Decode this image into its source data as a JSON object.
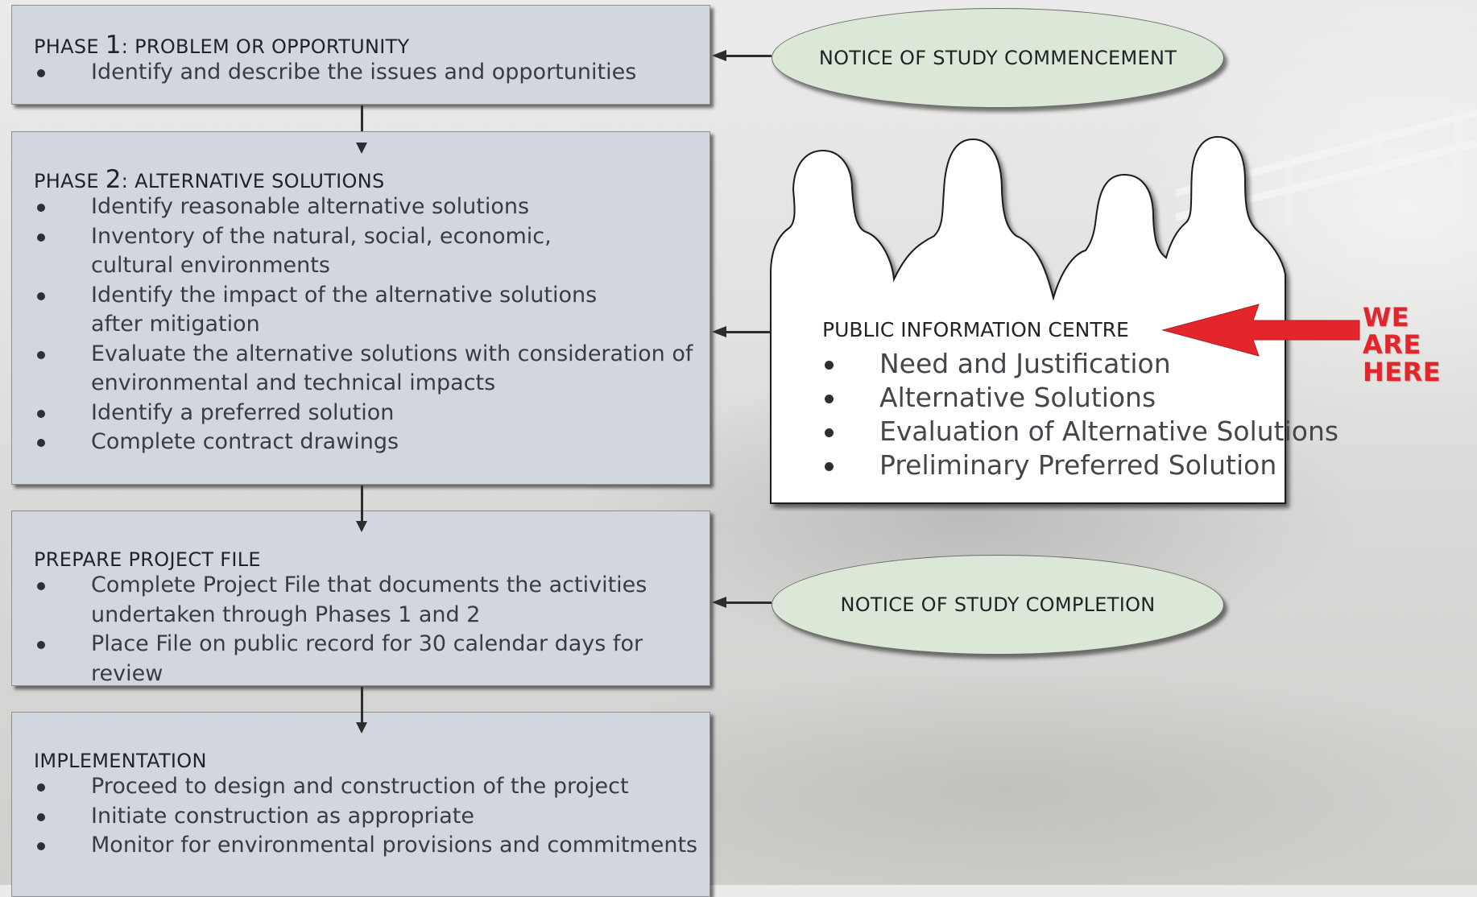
{
  "phases": [
    {
      "title_prefix": "PHASE ",
      "title_num": "1",
      "title_rest": ": PROBLEM OR OPPORTUNITY",
      "items": [
        "Identify and describe the issues and opportunities"
      ]
    },
    {
      "title_prefix": "PHASE ",
      "title_num": "2",
      "title_rest": ": ALTERNATIVE SOLUTIONS",
      "items": [
        [
          "Identify reasonable alternative solutions"
        ],
        [
          "Inventory of the natural, social, economic,",
          "cultural environments"
        ],
        [
          "Identify the impact of the alternative solutions",
          "after mitigation"
        ],
        [
          "Evaluate the alternative solutions with consideration of",
          "environmental and technical impacts"
        ],
        [
          "Identify a preferred solution"
        ],
        [
          "Complete contract drawings"
        ]
      ]
    },
    {
      "title": "PREPARE PROJECT FILE",
      "items": [
        [
          "Complete Project File that documents the activities",
          "undertaken through Phases 1 and 2"
        ],
        [
          "Place File on public record for 30 calendar days for review"
        ]
      ]
    },
    {
      "title": "IMPLEMENTATION",
      "items": [
        "Proceed to design and construction of the project",
        "Initiate construction as appropriate",
        "Monitor for environmental provisions and commitments"
      ]
    }
  ],
  "notices": {
    "commencement": "NOTICE OF STUDY COMMENCEMENT",
    "completion": "NOTICE OF STUDY COMPLETION"
  },
  "public_information_centre": {
    "title": "PUBLIC INFORMATION CENTRE",
    "items": [
      "Need and Justification",
      "Alternative Solutions",
      "Evaluation of Alternative Solutions",
      "Preliminary Preferred Solution"
    ]
  },
  "callout": {
    "line1": "WE ARE",
    "line2": "HERE",
    "color": "#e3262b"
  },
  "colors": {
    "phase_box": "#d2d7df",
    "notice_ellipse": "#dbe8d8",
    "pic_box": "#ffffff"
  }
}
